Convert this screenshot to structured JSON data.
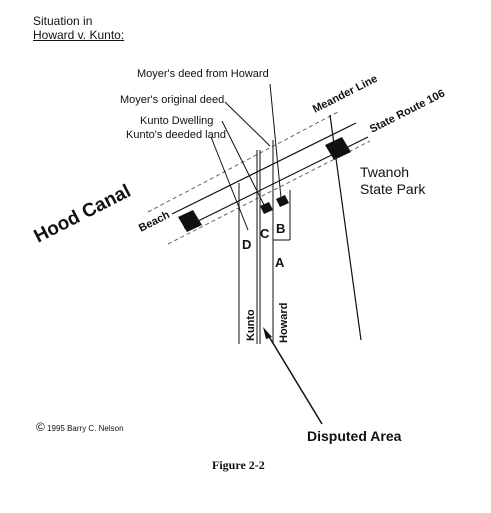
{
  "header": {
    "line1": "Situation in",
    "line2": "Howard v. Kunto:"
  },
  "labels": {
    "moyer_deed_howard": "Moyer's deed from Howard",
    "moyer_original_deed": "Moyer's original deed",
    "kunto_dwelling": "Kunto Dwelling",
    "kunto_deeded_land": "Kunto's deeded land",
    "meander_line": "Meander Line",
    "state_route": "State Route 106",
    "park_line1": "Twanoh",
    "park_line2": "State Park",
    "hood_canal": "Hood Canal",
    "beach": "Beach",
    "lot_d": "D",
    "lot_c": "C",
    "lot_b": "B",
    "lot_a": "A",
    "kunto": "Kunto",
    "howard": "Howard",
    "disputed_area": "Disputed Area",
    "copyright_symbol": "©",
    "copyright_text": "1995  Barry C. Nelson",
    "figure_caption": "Figure 2-2"
  },
  "colors": {
    "ink": "#111111",
    "dashes": "#666666",
    "paper": "#ffffff"
  }
}
